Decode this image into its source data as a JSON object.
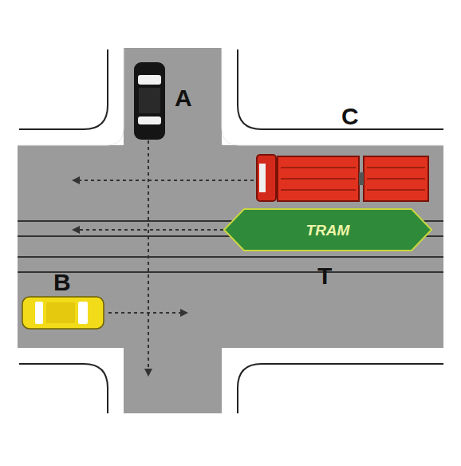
{
  "diagram": {
    "nodes": [
      {
        "text": [
          "TRAM"
        ]
      }
    ],
    "labels": [
      "A",
      "C",
      "T",
      "B"
    ]
  }
}
